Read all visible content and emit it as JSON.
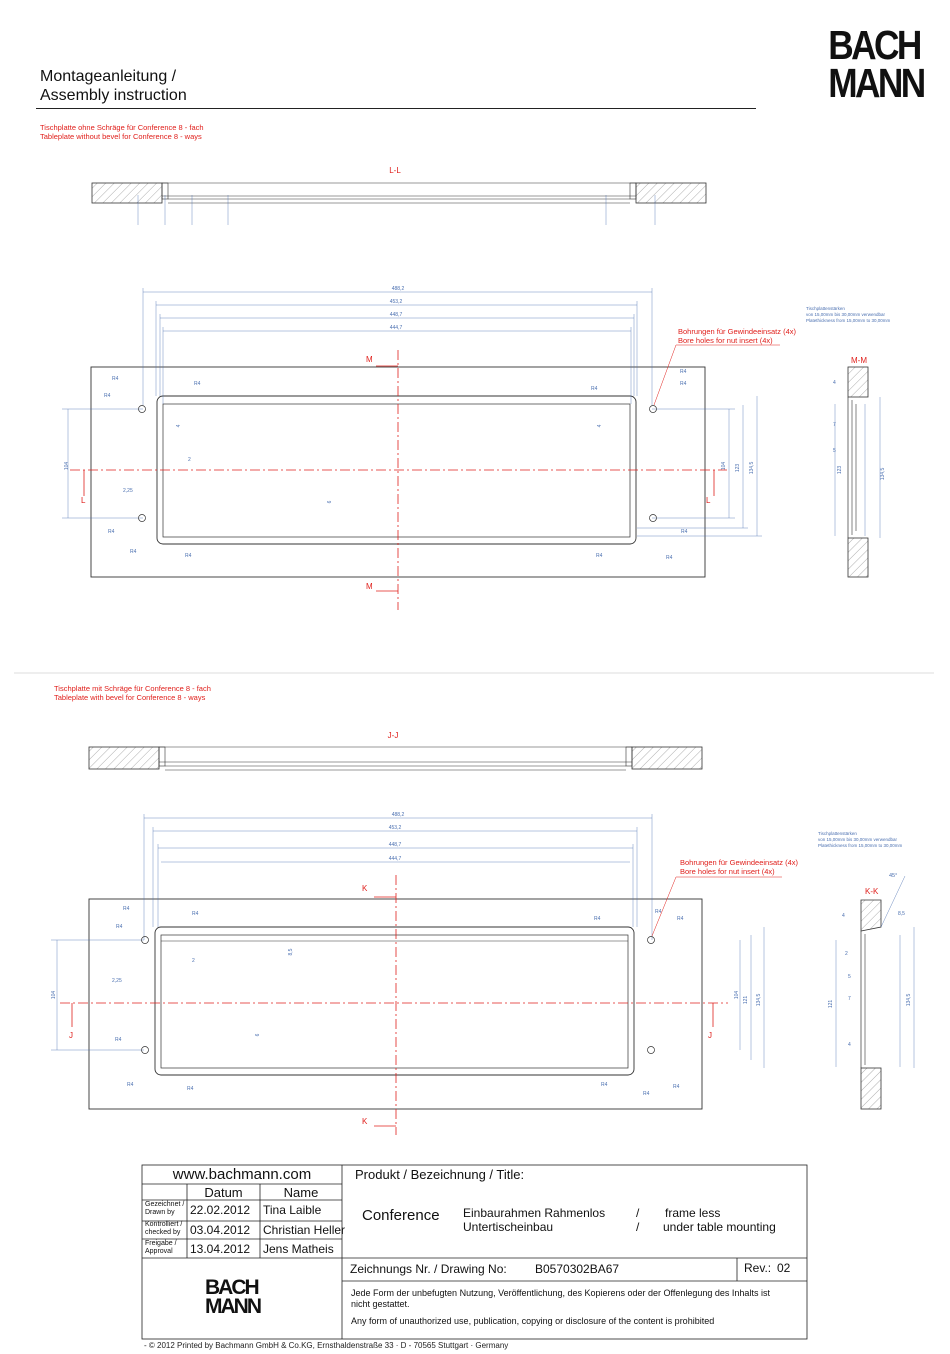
{
  "header": {
    "title_line1": "Montageanleitung /",
    "title_line2": "Assembly instruction",
    "logo_line1": "BACH",
    "logo_line2": "MANN"
  },
  "section1": {
    "note_de": "Tischplatte ohne Schräge für Conference 8 - fach",
    "note_en": "Tableplate without bevel for Conference 8 - ways",
    "section_label": "L-L",
    "cut_label": "M",
    "side_label": "L",
    "side_section_label": "M-M",
    "bore_de": "Bohrungen für Gewindeeinsatz (4x)",
    "bore_en": "Bore holes for nut insert (4x)",
    "thickness_note_1": "Tischplattenstärken",
    "thickness_note_2": "von 15,00mm bis 30,00mm verwendbar",
    "thickness_note_3": "Platethickness from 15,00mm to 30,00mm",
    "dims": [
      "488,2",
      "453,2",
      "448,7",
      "444,7",
      "104",
      "123",
      "134,5",
      "6",
      "4",
      "5",
      "7",
      "R4",
      "2,25",
      "2"
    ]
  },
  "section2": {
    "note_de": "Tischplatte mit Schräge für Conference 8 - fach",
    "note_en": "Tableplate with bevel for Conference 8 - ways",
    "section_label": "J-J",
    "cut_label": "K",
    "side_label": "J",
    "side_section_label": "K-K",
    "bore_de": "Bohrungen für Gewindeeinsatz (4x)",
    "bore_en": "Bore holes for nut insert (4x)",
    "thickness_note_1": "Tischplattenstärken",
    "thickness_note_2": "von 15,00mm bis 30,00mm verwendbar",
    "thickness_note_3": "Platethickness from 15,00mm to 30,00mm",
    "angle": "45°",
    "dims": [
      "488,2",
      "453,2",
      "448,7",
      "444,7",
      "104",
      "121",
      "134,5",
      "6",
      "8,5",
      "2,25",
      "2",
      "R4",
      "5",
      "7",
      "4"
    ]
  },
  "title_block": {
    "website": "www.bachmann.com",
    "col_datum": "Datum",
    "col_name": "Name",
    "rows": [
      {
        "label": "Gezeichnet / Drawn by",
        "date": "22.02.2012",
        "name": "Tina Laible"
      },
      {
        "label": "Kontrolliert / checked by",
        "date": "03.04.2012",
        "name": "Christian Heller"
      },
      {
        "label": "Freigabe / Approval",
        "date": "13.04.2012",
        "name": "Jens Matheis"
      }
    ],
    "product_heading": "Produkt / Bezeichnung / Title:",
    "product_name": "Conference",
    "product_de_1": "Einbaurahmen Rahmenlos",
    "product_de_2": "Untertischeinbau",
    "slash": "/",
    "product_en_1": "frame less",
    "product_en_2": "under table mounting",
    "drawing_no_label": "Zeichnungs Nr. / Drawing No:",
    "drawing_no": "B0570302BA67",
    "rev_label": "Rev.:",
    "rev": "02",
    "legal_de": "Jede Form der unbefugten Nutzung, Veröffentlichung, des Kopierens oder der Offenlegung des Inhalts ist nicht gestattet.",
    "legal_en": "Any form of unauthorized use, publication, copying or disclosure of the content is prohibited"
  },
  "footer": "- © 2012 Printed by Bachmann GmbH & Co.KG, Ernsthaldenstraße 33 · D - 70565 Stuttgart · Germany"
}
